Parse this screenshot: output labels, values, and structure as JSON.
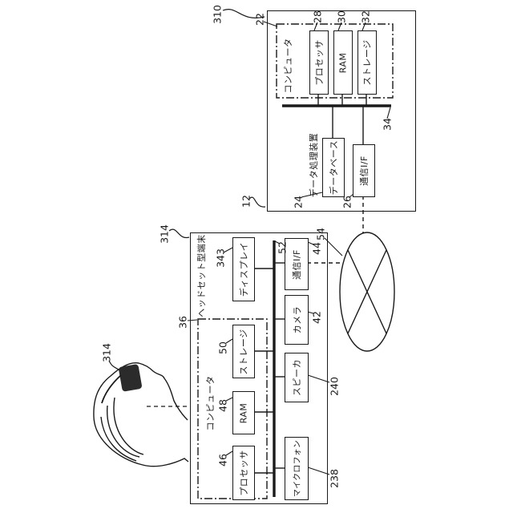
{
  "server": {
    "system_ref": "310",
    "device_ref": "12",
    "caption": "データ処理装置",
    "computer": {
      "ref": "22",
      "caption": "コンピュータ",
      "processor": {
        "ref": "28",
        "label": "プロセッサ"
      },
      "ram": {
        "ref": "30",
        "label": "RAM"
      },
      "storage": {
        "ref": "32",
        "label": "ストレージ"
      }
    },
    "bus": {
      "ref": "34"
    },
    "database": {
      "ref": "24",
      "label": "データベース"
    },
    "comm_if": {
      "ref": "26",
      "label": "通信I/F"
    }
  },
  "headset": {
    "ref": "314",
    "caption": "ヘッドセット型端末",
    "computer": {
      "ref": "36",
      "caption": "コンピュータ",
      "processor": {
        "ref": "46",
        "label": "プロセッサ"
      },
      "ram": {
        "ref": "48",
        "label": "RAM"
      },
      "storage": {
        "ref": "50",
        "label": "ストレージ"
      }
    },
    "bus": {
      "ref": "52"
    },
    "display": {
      "ref": "343",
      "label": "ディスプレイ"
    },
    "comm_if": {
      "ref": "44",
      "label": "通信I/F"
    },
    "camera": {
      "ref": "42",
      "label": "カメラ"
    },
    "speaker": {
      "ref": "240",
      "label": "スピーカ"
    },
    "microphone": {
      "ref": "238",
      "label": "マイクロフォン"
    }
  },
  "network": {
    "ref": "54"
  },
  "user": {
    "headset_ref": "314"
  }
}
